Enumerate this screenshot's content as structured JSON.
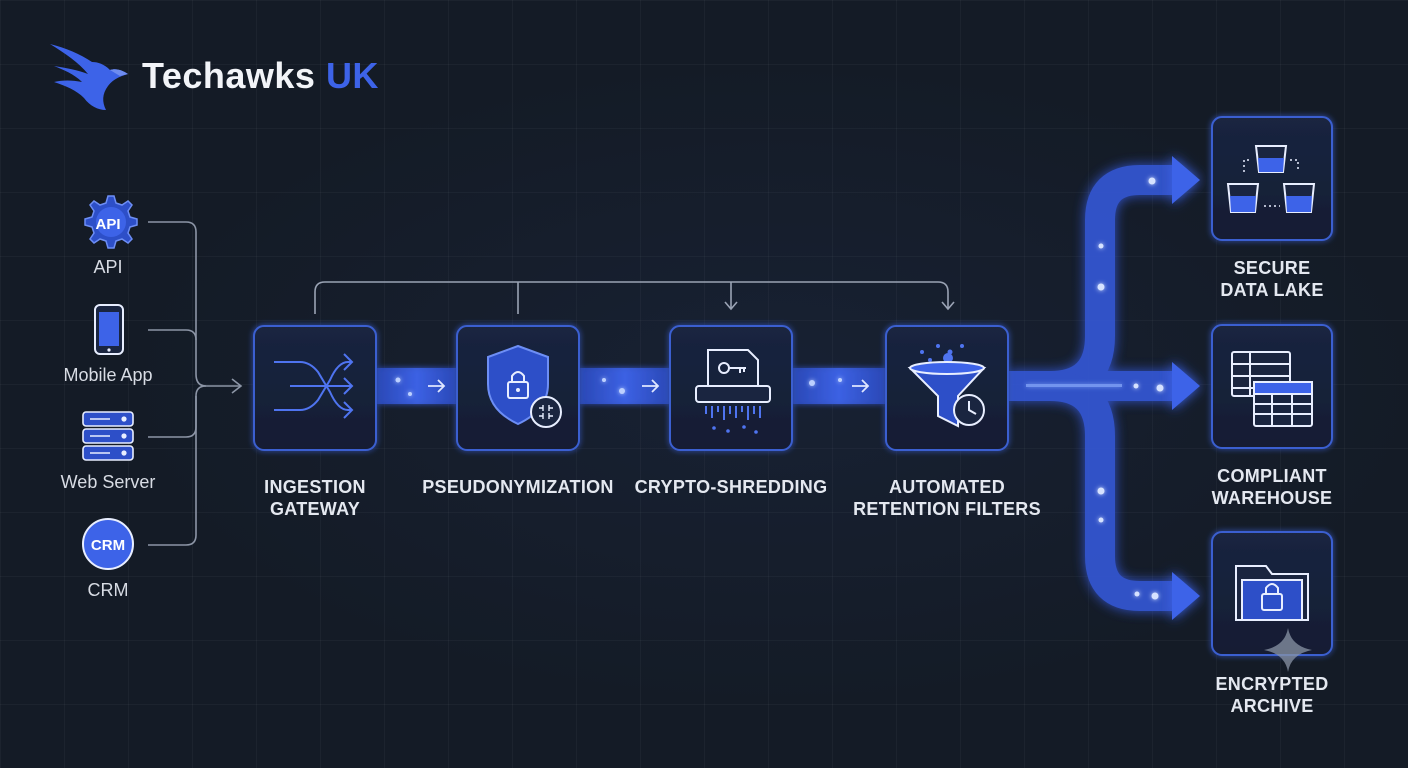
{
  "brand": {
    "name_main": "Techawks",
    "name_accent": "UK",
    "accent_color": "#3d63e8"
  },
  "sources": [
    {
      "label": "API",
      "icon": "api-gear-icon",
      "badge": "API"
    },
    {
      "label": "Mobile App",
      "icon": "mobile-phone-icon"
    },
    {
      "label": "Web Server",
      "icon": "server-icon"
    },
    {
      "label": "CRM",
      "icon": "crm-circle-icon",
      "badge": "CRM"
    }
  ],
  "stages": [
    {
      "line1": "INGESTION",
      "line2": "GATEWAY",
      "icon": "shuffle-arrows-icon"
    },
    {
      "line1": "PSEUDONYMIZATION",
      "line2": "",
      "icon": "shield-lock-icon"
    },
    {
      "line1": "CRYPTO-SHREDDING",
      "line2": "",
      "icon": "document-shredder-icon"
    },
    {
      "line1": "AUTOMATED",
      "line2": "RETENTION FILTERS",
      "icon": "funnel-clock-icon"
    }
  ],
  "destinations": [
    {
      "line1": "SECURE",
      "line2": "DATA LAKE",
      "icon": "buckets-icon"
    },
    {
      "line1": "COMPLIANT",
      "line2": "WAREHOUSE",
      "icon": "table-grid-icon"
    },
    {
      "line1": "ENCRYPTED",
      "line2": "ARCHIVE",
      "icon": "folder-lock-icon"
    }
  ],
  "colors": {
    "background": "#141b26",
    "accent": "#3d63e8",
    "glow": "#4f7cff",
    "box_border": "#3a5fd0",
    "text": "#e4e8f0"
  }
}
